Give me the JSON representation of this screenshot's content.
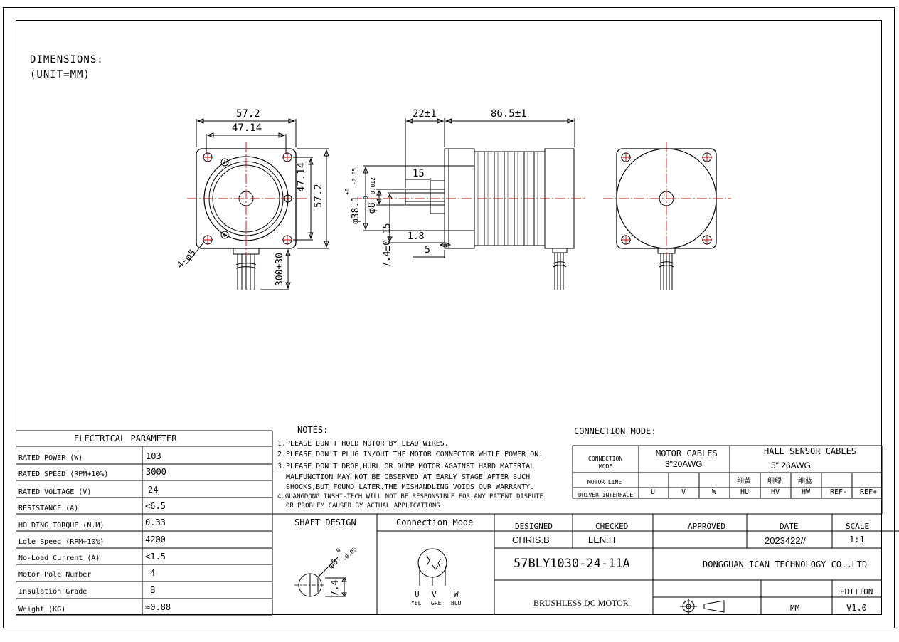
{
  "dimensions": {
    "title": "DIMENSIONS:",
    "unit": "(UNIT=MM)"
  },
  "front_view": {
    "dim_width_outer": "57.2",
    "dim_width_inner": "47.14",
    "dim_height_inner": "47.14",
    "dim_height_outer": "57.2",
    "hole_label": "4-φ5",
    "cable_length": "300±30"
  },
  "side_view": {
    "dim_shaft_length": "22±1",
    "dim_body_length": "86.5±1",
    "dim_key": "15",
    "dim_pilot": "φ38.1",
    "dim_pilot_tol_upper": "+0",
    "dim_pilot_tol_lower": "-0.05",
    "dim_shaft": "φ8",
    "dim_shaft_tol_upper": "+0",
    "dim_shaft_tol_lower": "-0.012",
    "dim_flat": "7.4±0.15",
    "dim_pilot_depth": "1.8",
    "dim_flange": "5"
  },
  "electrical": {
    "header": "ELECTRICAL PARAMETER",
    "rows": [
      {
        "label": "RATED POWER (W)",
        "value": "103"
      },
      {
        "label": "RATED SPEED (RPM+10%)",
        "value": "3000"
      },
      {
        "label": "RATED VOLTAGE (V)",
        "value": "24"
      },
      {
        "label": "RESISTANCE (A)",
        "value": "<6.5"
      },
      {
        "label": "HOLDING TORQUE (N.M)",
        "value": "0.33"
      },
      {
        "label": "Ldle Speed (RPM+10%)",
        "value": "4200"
      },
      {
        "label": "No-Load Current (A)",
        "value": "<1.5"
      },
      {
        "label": "Motor Pole Number",
        "value": "4"
      },
      {
        "label": "Insulation Grade",
        "value": "B"
      },
      {
        "label": "Weight (KG)",
        "value": "≈0.88"
      }
    ]
  },
  "notes": {
    "title": "NOTES:",
    "lines": [
      "1.PLEASE DON'T HOLD MOTOR BY LEAD WIRES.",
      "2.PLEASE DON'T PLUG IN/OUT THE MOTOR CONNECTOR WHILE POWER ON.",
      "3.PLEASE DON'T DROP,HURL OR DUMP MOTOR AGAINST HARD MATERIAL",
      "MALFUNCTION MAY NOT BE OBSERVED AT EARLY STAGE AFTER SUCH",
      "SHOCKS,BUT FOUND LATER.THE MISHANDLING VOIDS OUR WARRANTY.",
      "4.GUANGDONG INSHI-TECH WILL NOT BE RESPONSIBLE FOR ANY PATENT DISPUTE",
      "OR PROBLEM CAUSED BY ACTUAL APPLICATIONS."
    ]
  },
  "connection": {
    "title": "CONNECTION MODE:",
    "mode_label_1": "CONNECTION",
    "mode_label_2": "MODE",
    "motor_cables": "MOTOR CABLES",
    "motor_cables_spec": "3\"20AWG",
    "hall_cables": "HALL SENSOR CABLES",
    "hall_cables_spec": "5\" 26AWG",
    "motor_line": "MOTOR LINE",
    "driver_interface": "DRIVER INTERFACE",
    "colors": [
      "细黄",
      "细绿",
      "细蓝"
    ],
    "pins": [
      "U",
      "V",
      "W",
      "HU",
      "HV",
      "HW",
      "REF-",
      "REF+"
    ]
  },
  "title_block": {
    "shaft_design": "SHAFT DESIGN",
    "connection_mode": "Connection Mode",
    "shaft_dim": "φ8",
    "shaft_dim_tol_upper": "0",
    "shaft_dim_tol_lower": "-0.05",
    "shaft_flat": "7.4",
    "wires": [
      {
        "pin": "U",
        "color": "YEL"
      },
      {
        "pin": "V",
        "color": "GRE"
      },
      {
        "pin": "W",
        "color": "BLU"
      }
    ],
    "designed_label": "DESIGNED",
    "checked_label": "CHECKED",
    "approved_label": "APPROVED",
    "date_label": "DATE",
    "scale_label": "SCALE",
    "designed": "CHRIS.B",
    "checked": "LEN.H",
    "date": "2023422//",
    "scale": "1:1",
    "part_number": "57BLY1030-24-11A",
    "company": "DONGGUAN ICAN TECHNOLOGY CO.,LTD",
    "edition_label": "EDITION",
    "product": "BRUSHLESS DC MOTOR",
    "unit": "MM",
    "edition": "V1.0"
  }
}
